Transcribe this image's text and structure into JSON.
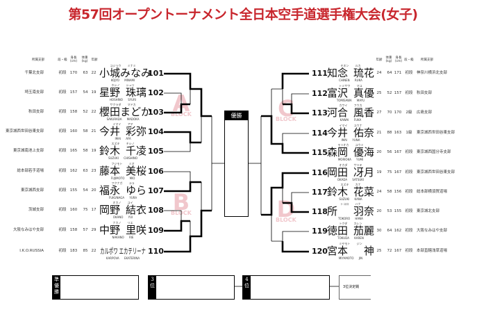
{
  "title": "第57回オープントーナメント全日本空手道選手権大会(女子)",
  "headers": {
    "branch": "所属支部",
    "rank": "段・級",
    "height": "身長(cm)",
    "weight": "体重(kg)",
    "age": "年齢"
  },
  "left": [
    {
      "no": "101",
      "branch": "千葉北支部",
      "rank": "初段",
      "height": "170",
      "weight": "63",
      "age": "22",
      "family": "小城",
      "given": "みなみ",
      "furi": "コジョウ ミナミ",
      "roma": "KOJYO MINAMI"
    },
    {
      "no": "102",
      "branch": "埼玉南支部",
      "rank": "初段",
      "height": "157",
      "weight": "54",
      "age": "19",
      "family": "星野",
      "given": "珠璃",
      "furi": "ホシノ シュリ",
      "roma": "HOSHINO SYURI"
    },
    {
      "no": "103",
      "branch": "秋田支部",
      "rank": "初段",
      "height": "158",
      "weight": "52",
      "age": "22",
      "family": "櫻田",
      "given": "まどか",
      "furi": "サクラダ マドカ",
      "roma": "SAKURADA MADOKA"
    },
    {
      "no": "104",
      "branch": "東京城西世田谷東支部",
      "rank": "初段",
      "height": "160",
      "weight": "58",
      "age": "21",
      "family": "今井",
      "given": "彩弥",
      "furi": "イマイ アヤ",
      "roma": "IMAI AYA"
    },
    {
      "no": "105",
      "branch": "東京城南池上支部",
      "rank": "初段",
      "height": "165",
      "weight": "58",
      "age": "19",
      "family": "鈴木",
      "given": "千凌",
      "furi": "スズキ チシノ",
      "roma": "SUZUKI CHISHINO"
    },
    {
      "no": "106",
      "branch": "総本部若手道場",
      "rank": "初段",
      "height": "162",
      "weight": "63",
      "age": "23",
      "family": "藤本",
      "given": "美桜",
      "furi": "フジモト ミオ",
      "roma": "FUJIMOTO MIO"
    },
    {
      "no": "107",
      "branch": "東京城西支部",
      "rank": "初段",
      "height": "155",
      "weight": "54",
      "age": "20",
      "family": "福永",
      "given": "ゆら",
      "furi": "フクナガ ユラ",
      "roma": "FUKUNAGA YURA"
    },
    {
      "no": "108",
      "branch": "茨城支部",
      "rank": "初段",
      "height": "160",
      "weight": "75",
      "age": "17",
      "family": "岡野",
      "given": "結衣",
      "furi": "オカノ ユイ",
      "roma": "OKANO YUI"
    },
    {
      "no": "109",
      "branch": "大阪なみはや支部",
      "rank": "初段",
      "height": "158",
      "weight": "57",
      "age": "29",
      "family": "中野",
      "given": "里咲",
      "furi": "ナカノ リエ",
      "roma": "NAKANO RIE"
    },
    {
      "no": "110",
      "branch": "I.K.O.RUSSIA",
      "rank": "初段",
      "height": "183",
      "weight": "85",
      "age": "22",
      "family": "カルポワ",
      "given": "エカテリーナ",
      "furi": "",
      "roma": "KARPOVA EKATERINA"
    }
  ],
  "right": [
    {
      "no": "111",
      "branch": "神奈川横浜北支部",
      "rank": "初段",
      "height": "171",
      "weight": "64",
      "age": "24",
      "family": "知念",
      "given": "琉花",
      "furi": "チネン ルカ",
      "roma": "CHINEN RUKA"
    },
    {
      "no": "112",
      "branch": "秋田支部",
      "rank": "初段",
      "height": "157",
      "weight": "52",
      "age": "25",
      "family": "富沢",
      "given": "真優",
      "furi": "トミサワ マユ",
      "roma": "TOMISAWA MAYU"
    },
    {
      "no": "113",
      "branch": "広島支部",
      "rank": "2級",
      "height": "170",
      "weight": "70",
      "age": "27",
      "family": "河合",
      "given": "風香",
      "furi": "カワイ フウカ",
      "roma": "KAWAI FUKA"
    },
    {
      "no": "114",
      "branch": "東京城西世田谷東支部",
      "rank": "1級",
      "height": "163",
      "weight": "88",
      "age": "21",
      "family": "今井",
      "given": "佑奈",
      "furi": "イマイ ユウナ",
      "roma": "IMAI YUNA"
    },
    {
      "no": "115",
      "branch": "東京城西国分寺支部",
      "rank": "初段",
      "height": "167",
      "weight": "56",
      "age": "20",
      "family": "森岡",
      "given": "優海",
      "furi": "モリオカ ユウミ",
      "roma": "MORIOKA YUMI"
    },
    {
      "no": "116",
      "branch": "東京城西世田谷東支部",
      "rank": "初段",
      "height": "167",
      "weight": "75",
      "age": "19",
      "family": "岡田",
      "given": "冴月",
      "furi": "オカダ サツキ",
      "roma": "OKADA SATSUKI"
    },
    {
      "no": "117",
      "branch": "総本部横須賀道場",
      "rank": "初段",
      "height": "156",
      "weight": "58",
      "age": "24",
      "family": "鈴木",
      "given": "花菜",
      "furi": "スズキ カナ",
      "roma": "SUZUKI KANA"
    },
    {
      "no": "118",
      "branch": "東京城北支部",
      "rank": "初段",
      "height": "155",
      "weight": "53",
      "age": "20",
      "family": "所",
      "given": "羽奈",
      "furi": "トコロ ハナ",
      "roma": "TOKORO HANA"
    },
    {
      "no": "119",
      "branch": "大阪なみはや支部",
      "rank": "初段",
      "height": "162",
      "weight": "64",
      "age": "30",
      "family": "徳田",
      "given": "茄麗",
      "furi": "トクダ カレン",
      "roma": "TOKUDA KAREN"
    },
    {
      "no": "120",
      "branch": "本部直轄浅草道場",
      "rank": "初段",
      "height": "167",
      "weight": "72",
      "age": "25",
      "family": "宮本",
      "given": "神",
      "furi": "ミヤモト ジン",
      "roma": "MIYAMOTO JIN"
    }
  ],
  "blocks": {
    "a": "A",
    "b": "B",
    "c": "C",
    "d": "D",
    "word": "BLOCK"
  },
  "champion_label": "優勝",
  "bottom": {
    "runner_up": "準優勝",
    "third": "3位",
    "fourth": "4位",
    "third_place_match": "3位決定戦"
  },
  "colors": {
    "title": "#c8262d",
    "block": "#f1c7cc"
  }
}
